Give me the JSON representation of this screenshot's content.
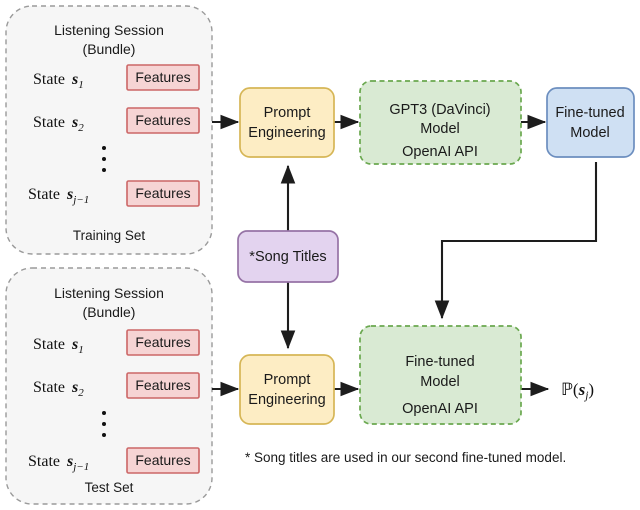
{
  "diagram": {
    "title": "GPT3 fine-tuning pipeline for listening session state prediction",
    "colors": {
      "features_fill": "#f6d4d4",
      "features_border": "#cc6666",
      "prompt_fill": "#fdedc4",
      "prompt_border": "#d6b656",
      "api_fill": "#d9ead3",
      "api_border": "#6aa84f",
      "model_fill": "#cfe0f3",
      "model_border": "#6c8ebf",
      "song_fill": "#e3d3ef",
      "song_border": "#9673a6",
      "container_fill": "#f6f6f6",
      "container_border": "#9a9a9a",
      "arrow": "#1d1d1d"
    },
    "training_set": {
      "header_line1": "Listening Session",
      "header_line2": "(Bundle)",
      "footer": "Training Set",
      "rows": [
        {
          "state_label": "State",
          "state_symbol": "s",
          "state_sub": "1",
          "features_label": "Features"
        },
        {
          "state_label": "State",
          "state_symbol": "s",
          "state_sub": "2",
          "features_label": "Features"
        },
        {
          "state_label": "State",
          "state_symbol": "s",
          "state_sub": "j−1",
          "features_label": "Features"
        }
      ],
      "ellipsis": "⋮"
    },
    "test_set": {
      "header_line1": "Listening Session",
      "header_line2": "(Bundle)",
      "footer": "Test Set",
      "rows": [
        {
          "state_label": "State",
          "state_symbol": "s",
          "state_sub": "1",
          "features_label": "Features"
        },
        {
          "state_label": "State",
          "state_symbol": "s",
          "state_sub": "2",
          "features_label": "Features"
        },
        {
          "state_label": "State",
          "state_symbol": "s",
          "state_sub": "j−1",
          "features_label": "Features"
        }
      ],
      "ellipsis": "⋮"
    },
    "nodes": {
      "prompt_top": {
        "line1": "Prompt",
        "line2": "Engineering"
      },
      "prompt_bottom": {
        "line1": "Prompt",
        "line2": "Engineering"
      },
      "gpt3": {
        "line1": "GPT3 (DaVinci)",
        "line2": "Model",
        "api": "OpenAI API"
      },
      "finetuned_top": {
        "line1": "Fine-tuned",
        "line2": "Model"
      },
      "finetuned_bottom": {
        "line1": "Fine-tuned",
        "line2": "Model",
        "api": "OpenAI API"
      },
      "song_titles": {
        "label": "*Song Titles"
      }
    },
    "output": {
      "symbol": "ℙ(",
      "variable": "s",
      "subscript": "j",
      "close": ")"
    },
    "footnote": "* Song titles are used in our second fine-tuned model."
  }
}
